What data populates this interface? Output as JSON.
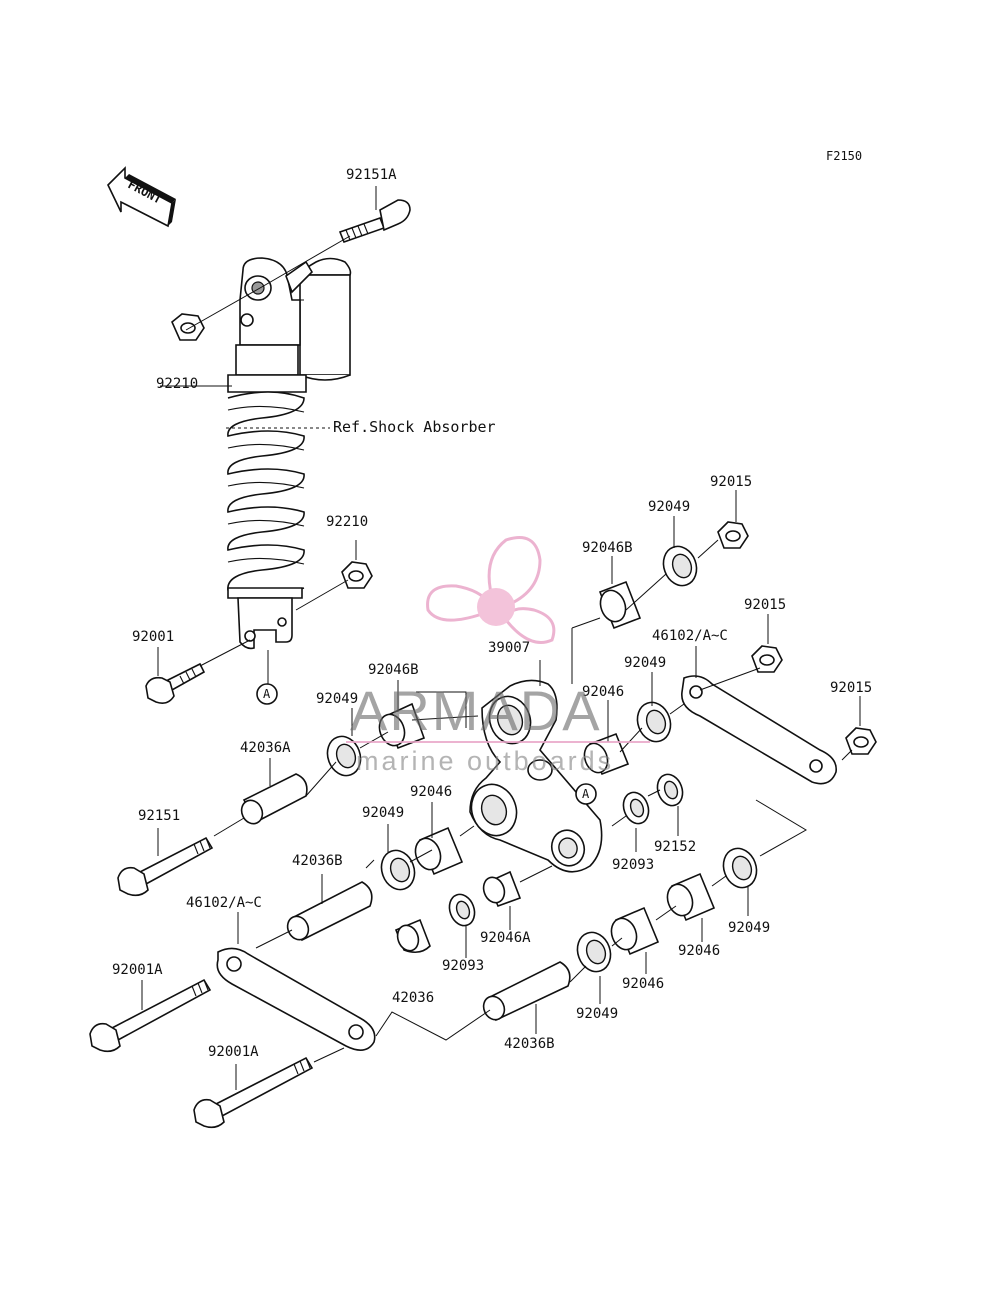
{
  "figure_code": "F2150",
  "front_label": "FRONT",
  "ref_text": "Ref.Shock Absorber",
  "callout": "A",
  "watermark": {
    "brand": "ARMADA",
    "tagline": "marine outboards",
    "colors": {
      "propeller": "#e9a6c8",
      "hub": "#f2b9d4",
      "text": "#6b6b6b"
    }
  },
  "labels": {
    "p92151A": "92151A",
    "p92210_a": "92210",
    "p92210_b": "92210",
    "p92001": "92001",
    "p92015_a": "92015",
    "p92049_a": "92049",
    "p92046B_a": "92046B",
    "p92015_b": "92015",
    "p46102_a": "46102/A~C",
    "p92049_b": "92049",
    "p39007": "39007",
    "p92015_c": "92015",
    "p92046B_b": "92046B",
    "p92046_a": "92046",
    "p92049_c": "92049",
    "p42036A": "42036A",
    "p92046_b": "92046",
    "p92151": "92151",
    "p92049_d": "92049",
    "p92152": "92152",
    "p92093_a": "92093",
    "p42036B_a": "42036B",
    "p46102_b": "46102/A~C",
    "p92046A": "92046A",
    "p92049_e": "92049",
    "p92093_b": "92093",
    "p92001A_a": "92001A",
    "p92046_c": "92046",
    "p92046_d": "92046",
    "p42036": "42036",
    "p92049_f": "92049",
    "p42036B_b": "42036B",
    "p92001A_b": "92001A"
  }
}
